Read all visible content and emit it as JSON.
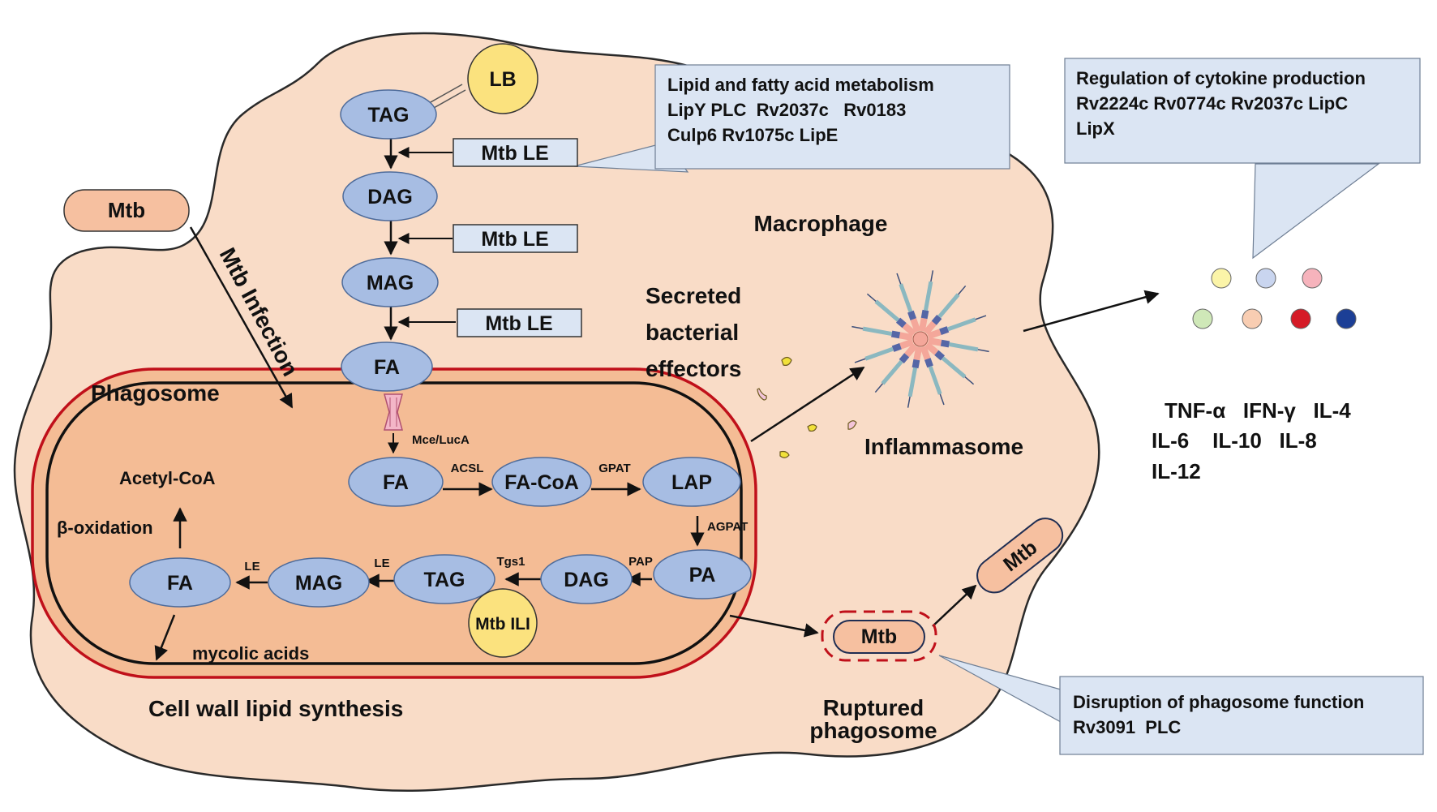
{
  "labels": {
    "macrophage": "Macrophage",
    "phagosome": "Phagosome",
    "mtb_infection": "Mtb  Infection",
    "cell_wall": "Cell wall lipid synthesis",
    "secreted_1": "Secreted",
    "secreted_2": "bacterial",
    "secreted_3": "effectors",
    "inflammasome": "Inflammasome",
    "ruptured_1": "Ruptured",
    "ruptured_2": "phagosome",
    "acetyl_coa": "Acetyl-CoA",
    "beta_ox": "β-oxidation",
    "mycolic": "mycolic acids",
    "mce": "Mce/LucA"
  },
  "nodes": {
    "lb": "LB",
    "tag_top": "TAG",
    "dag_top": "DAG",
    "mag_top": "MAG",
    "fa_top": "FA",
    "mtb_out": "Mtb",
    "fa_in": "FA",
    "facoa": "FA-CoA",
    "lap": "LAP",
    "pa": "PA",
    "dag_in": "DAG",
    "tag_in": "TAG",
    "mag_in": "MAG",
    "fa_left": "FA",
    "mtb_ili": "Mtb ILI",
    "mtb_ruptured": "Mtb",
    "mtb_escaped": "Mtb"
  },
  "enzymes": {
    "le1": "Mtb  LE",
    "le2": "Mtb  LE",
    "le3": "Mtb  LE",
    "acsl": "ACSL",
    "gpat": "GPAT",
    "agpat": "AGPAT",
    "pap": "PAP",
    "tgs1": "Tgs1",
    "le_a": "LE",
    "le_b": "LE"
  },
  "callouts": {
    "lipid": [
      "Lipid and fatty acid metabolism",
      "LipY PLC  Rv2037c   Rv0183",
      "Culp6 Rv1075c LipE"
    ],
    "cytokine": [
      "Regulation of cytokine production",
      "Rv2224c Rv0774c Rv2037c LipC",
      "LipX"
    ],
    "phagosome": [
      "Disruption of phagosome function",
      "Rv3091  PLC"
    ]
  },
  "cytokines": [
    "TNF-α   IFN-γ   IL-4",
    "IL-6    IL-10   IL-8",
    "IL-12"
  ],
  "colors": {
    "cell": "#f9dcc7",
    "phagosome_fill": "#f4bc95",
    "membrane_red": "#c0101a",
    "node_fill": "#a7bde3",
    "node_stroke": "#4e6b9a",
    "mtb_fill": "#f6c0a0",
    "lb_fill": "#fbe27e",
    "callout_fill": "#dbe5f3",
    "dots": [
      "#fbf4a8",
      "#c9d5ef",
      "#f6b3bc",
      "#cfe8b8",
      "#f8cdb2",
      "#d51b27",
      "#1c3f96"
    ]
  }
}
